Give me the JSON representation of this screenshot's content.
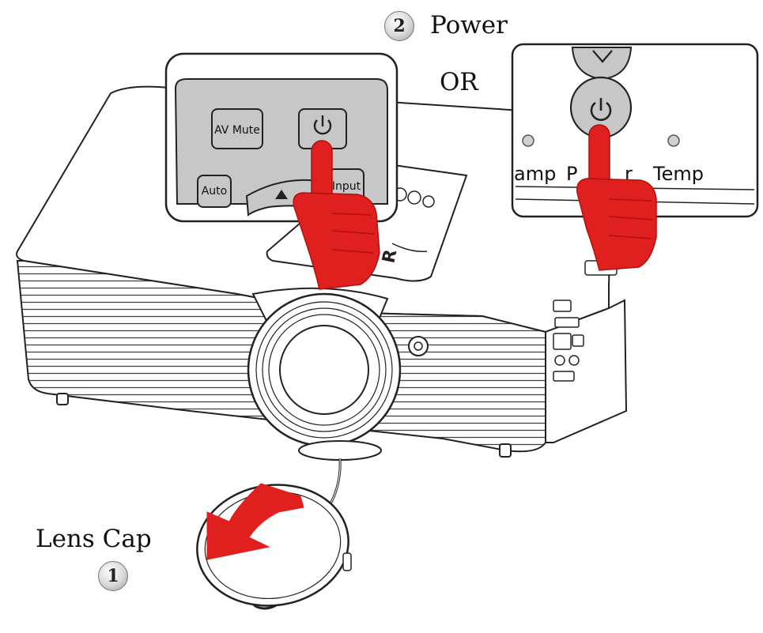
{
  "steps": [
    {
      "number": "1",
      "label": "Lens Cap"
    },
    {
      "number": "2",
      "label": "Power"
    }
  ],
  "separator": "OR",
  "control_panel": {
    "buttons": [
      "AV Mute",
      "Auto",
      "Input"
    ]
  },
  "projector_panel": {
    "labels": [
      "amp",
      "P",
      "r",
      "Temp"
    ]
  },
  "remote": {
    "brand_fragment": "R"
  },
  "colors": {
    "hand": "#e0201e",
    "arrow": "#e0201e",
    "panel_fill": "#c7c7c7",
    "outline": "#222222"
  },
  "icons": [
    "power-icon",
    "up-arrow-icon",
    "pointing-hand-icon",
    "pull-arrow-icon"
  ]
}
